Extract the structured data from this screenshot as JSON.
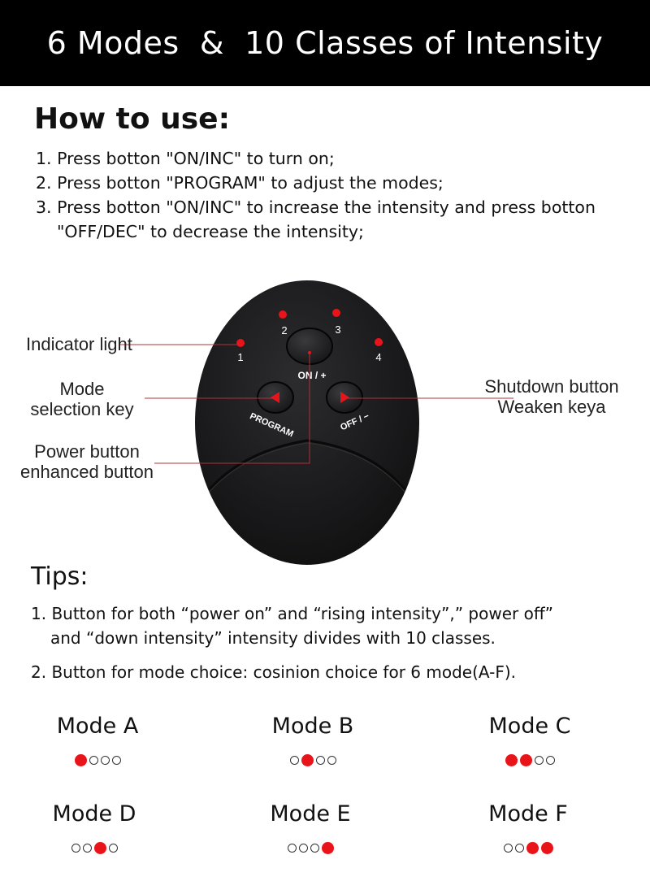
{
  "banner": {
    "title": "6 Modes  &  10 Classes of Intensity"
  },
  "howto": {
    "title": "How to use:",
    "steps": [
      "1. Press botton \"ON/INC\" to turn on;",
      "2. Press botton \"PROGRAM\" to adjust the modes;",
      "3. Press botton \"ON/INC\" to increase the intensity and press botton",
      "\"OFF/DEC\" to decrease the intensity;"
    ]
  },
  "device": {
    "labels": {
      "indicator": "Indicator light",
      "mode_line1": "Mode",
      "mode_line2": "selection key",
      "power_line1": "Power button",
      "power_line2": "enhanced button",
      "shutdown_line1": "Shutdown button",
      "shutdown_line2": "Weaken keya"
    },
    "indicator_numbers": [
      "1",
      "2",
      "3",
      "4"
    ],
    "buttons": {
      "on": "ON / +",
      "program": "PROGRAM",
      "off": "OFF / −"
    },
    "colors": {
      "body": "#1c1c1e",
      "led": "#e8141a",
      "callout_line": "#b0303a"
    }
  },
  "tips": {
    "title": "Tips:",
    "items": [
      "1. Button for both “power on”  and  “rising intensity”,” power off”",
      "and “down intensity”  intensity divides with 10 classes.",
      "2. Button for mode choice: cosinion choice for 6 mode(A-F)."
    ]
  },
  "modes": [
    {
      "name": "Mode A",
      "leds": [
        1,
        0,
        0,
        0
      ]
    },
    {
      "name": "Mode B",
      "leds": [
        0,
        1,
        0,
        0
      ]
    },
    {
      "name": "Mode C",
      "leds": [
        1,
        1,
        0,
        0
      ]
    },
    {
      "name": "Mode D",
      "leds": [
        0,
        0,
        1,
        0
      ]
    },
    {
      "name": "Mode E",
      "leds": [
        0,
        0,
        0,
        1
      ]
    },
    {
      "name": "Mode F",
      "leds": [
        0,
        0,
        1,
        1
      ]
    }
  ]
}
